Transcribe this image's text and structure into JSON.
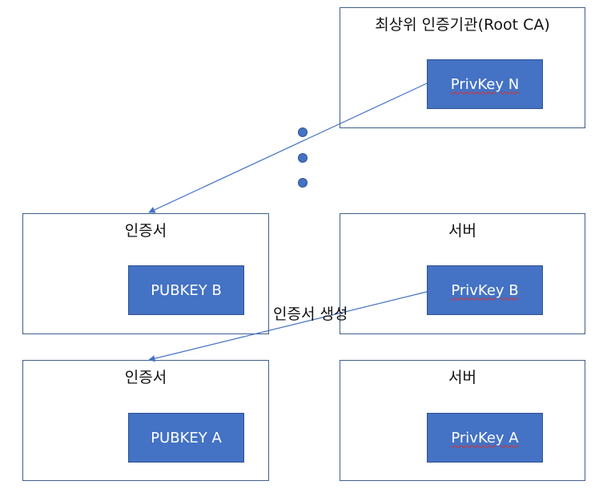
{
  "root_ca": {
    "title": "최상위 인증기관(Root CA)",
    "key": "PrivKey N"
  },
  "cert_b": {
    "title": "인증서",
    "key": "PUBKEY B"
  },
  "server_b": {
    "title": "서버",
    "key": "PrivKey B"
  },
  "cert_a": {
    "title": "인증서",
    "key": "PUBKEY A"
  },
  "server_a": {
    "title": "서버",
    "key": "PrivKey A"
  },
  "edge_label": "인증서 생성",
  "colors": {
    "key_fill": "#4472c4",
    "frame_border": "#3f5f8c",
    "arrow": "#4472c4"
  }
}
